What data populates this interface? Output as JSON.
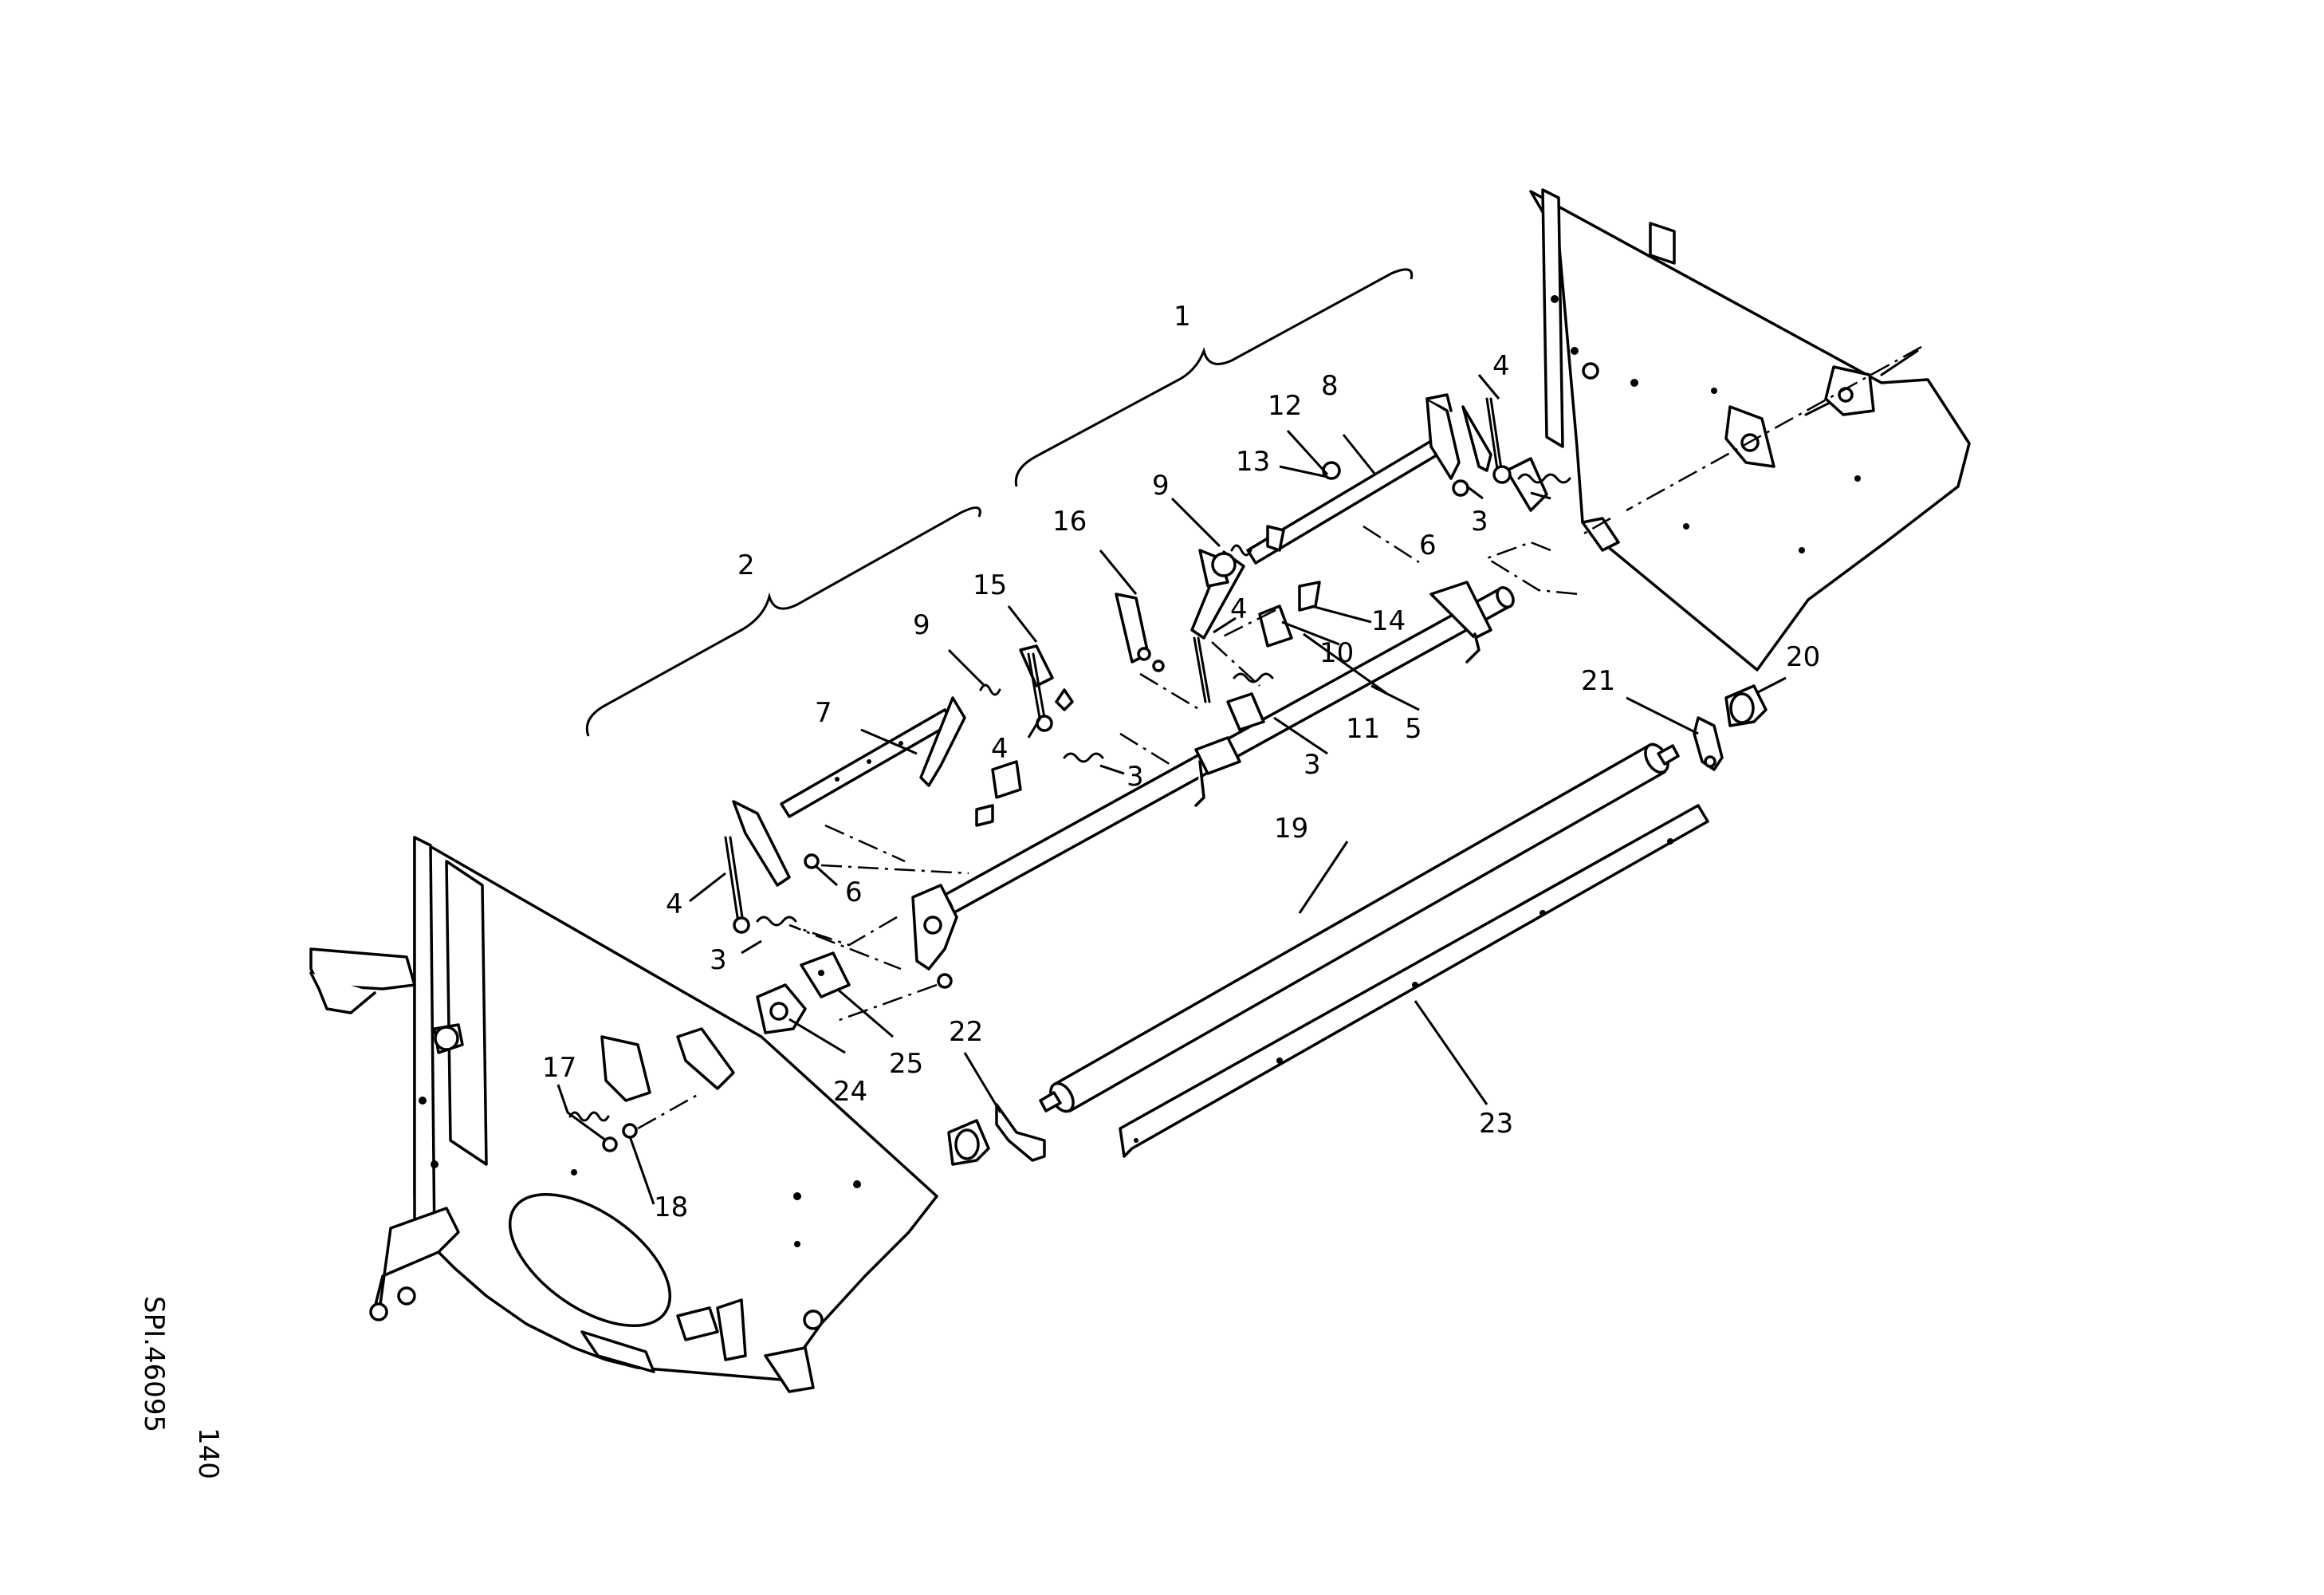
{
  "drawing": {
    "sheet_number": "140",
    "drawing_code": "SPI.46095"
  },
  "callouts": {
    "c1": "1",
    "c2": "2",
    "c3a": "3",
    "c3b": "3",
    "c3c": "3",
    "c3d": "3",
    "c4a": "4",
    "c4b": "4",
    "c4c": "4",
    "c4d": "4",
    "c5": "5",
    "c6a": "6",
    "c6b": "6",
    "c7": "7",
    "c8": "8",
    "c9a": "9",
    "c9b": "9",
    "c10": "10",
    "c11": "11",
    "c12": "12",
    "c13": "13",
    "c14": "14",
    "c15": "15",
    "c16": "16",
    "c17": "17",
    "c18": "18",
    "c19": "19",
    "c20": "20",
    "c21": "21",
    "c22": "22",
    "c23": "23",
    "c24": "24",
    "c25": "25"
  }
}
